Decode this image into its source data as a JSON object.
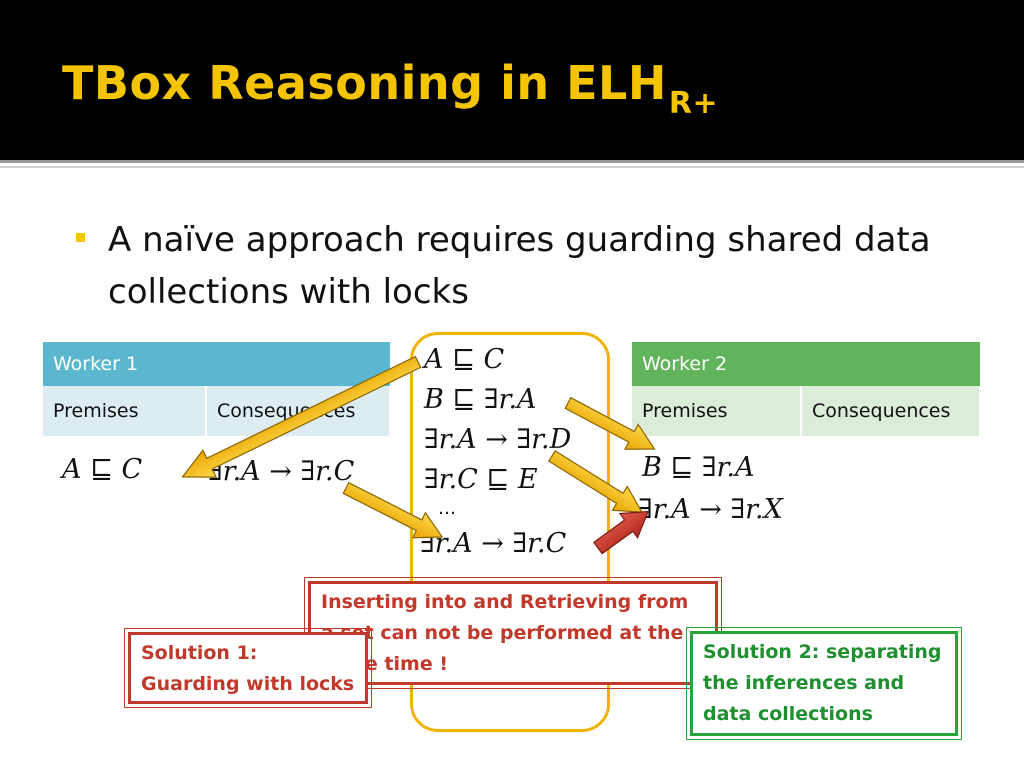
{
  "slide": {
    "title": "TBox Reasoning in ELH",
    "title_subscript": "R+",
    "bullet": "A naïve approach requires guarding shared data collections with locks"
  },
  "worker1": {
    "title": "Worker 1",
    "col_premises": "Premises",
    "col_consequences": "Consequences",
    "premise": "A ⊑ C",
    "consequence": "∃r.A → ∃r.C"
  },
  "worker2": {
    "title": "Worker 2",
    "col_premises": "Premises",
    "col_consequences": "Consequences",
    "premise_1": "B ⊑ ∃r.A",
    "premise_2": "∃r.A → ∃r.X"
  },
  "shared": {
    "item_1": "A ⊑ C",
    "item_2": "B ⊑ ∃r.A",
    "item_3": "∃r.A → ∃r.D",
    "item_4": "∃r.C ⊑ E",
    "ellipsis": "…",
    "item_5": "∃r.A → ∃r.C"
  },
  "callouts": {
    "center": "Inserting into and Retrieving from a set can not be performed at the same time !",
    "solution1_line1": "Solution 1:",
    "solution1_line2": "Guarding with locks",
    "solution2": "Solution 2: separating the inferences and data collections"
  },
  "colors": {
    "title": "#f5c400",
    "worker1_header": "#5bb7cf",
    "worker2_header": "#62b45c",
    "arrow_gold": "#f0b400",
    "arrow_red": "#c0392b",
    "callout_red": "#c0392b",
    "callout_green": "#27a33a"
  }
}
